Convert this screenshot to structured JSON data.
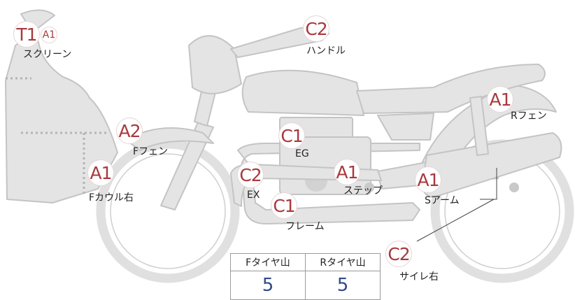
{
  "markers": [
    {
      "id": "t1-screen",
      "code": "T1"
    },
    {
      "id": "a1-screen",
      "code": "A1"
    },
    {
      "id": "c2-handle",
      "code": "C2"
    },
    {
      "id": "a2-ffender",
      "code": "A2"
    },
    {
      "id": "a1-fcowl",
      "code": "A1"
    },
    {
      "id": "c1-eg",
      "code": "C1"
    },
    {
      "id": "c2-ex",
      "code": "C2"
    },
    {
      "id": "c1-frame",
      "code": "C1"
    },
    {
      "id": "a1-step",
      "code": "A1"
    },
    {
      "id": "a1-sarm",
      "code": "A1"
    },
    {
      "id": "a1-rfender",
      "code": "A1"
    },
    {
      "id": "c2-silencer",
      "code": "C2"
    }
  ],
  "labels": {
    "screen": "スクリーン",
    "handle": "ハンドル",
    "ffender": "Fフェン",
    "fcowl": "Fカウル右",
    "eg": "EG",
    "ex": "EX",
    "frame": "フレーム",
    "step": "ステップ",
    "sarm": "Sアーム",
    "rfender": "Rフェン",
    "silencer": "サイレ右"
  },
  "tire_table": {
    "headers": [
      "Fタイヤ山",
      "Rタイヤ山"
    ],
    "values": [
      "5",
      "5"
    ]
  },
  "colors": {
    "body_fill": "#e4e4e4",
    "body_stroke": "#c4c4c4",
    "marker_text": "#a9393d",
    "value_text": "#2f4a8a"
  }
}
